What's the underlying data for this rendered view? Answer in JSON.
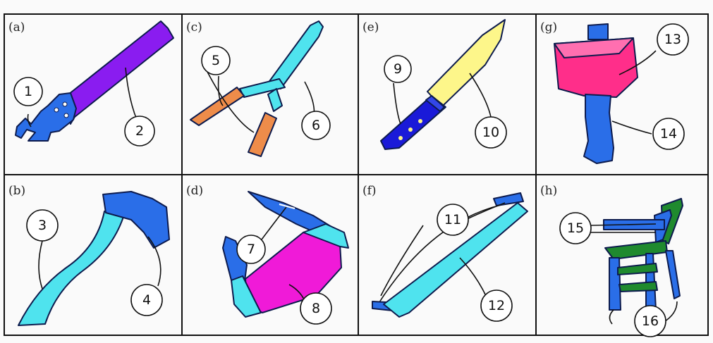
{
  "panels": [
    {
      "letter": "(a)",
      "callouts": [
        "1",
        "2"
      ]
    },
    {
      "letter": "(c)",
      "callouts": [
        "5",
        "6"
      ]
    },
    {
      "letter": "(e)",
      "callouts": [
        "9",
        "10"
      ]
    },
    {
      "letter": "(g)",
      "callouts": [
        "13",
        "14"
      ]
    },
    {
      "letter": "(b)",
      "callouts": [
        "3",
        "4"
      ]
    },
    {
      "letter": "(d)",
      "callouts": [
        "7",
        "8"
      ]
    },
    {
      "letter": "(f)",
      "callouts": [
        "11",
        "12"
      ]
    },
    {
      "letter": "(h)",
      "callouts": [
        "15",
        "16"
      ]
    }
  ],
  "colors": {
    "violet": "#8a1cf0",
    "blue": "#2a6ee8",
    "cyan": "#4fe3ee",
    "orange": "#ee8c4a",
    "yellow": "#fdf68a",
    "navy": "#1a1ad8",
    "magenta": "#f01ad8",
    "pink": "#ff2e8a",
    "green": "#1f8a2e"
  }
}
